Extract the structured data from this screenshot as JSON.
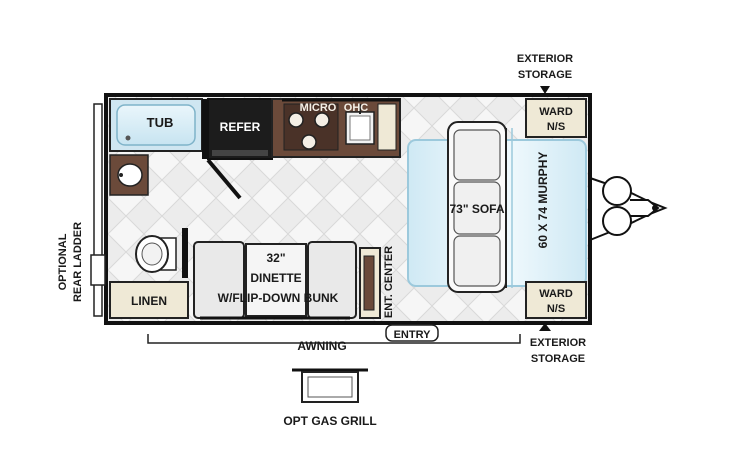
{
  "labels": {
    "tub": "TUB",
    "refer": "REFER",
    "micro": "MICRO",
    "ohc": "OHC",
    "linen": "LINEN",
    "dinette_l1": "32\"",
    "dinette_l2": "DINETTE",
    "dinette_l3": "W/FLIP-DOWN BUNK",
    "ent_center": "ENT. CENTER",
    "sofa": "73\" SOFA",
    "murphy": "60 X 74 MURPHY",
    "ward": "WARD",
    "ns": "N/S",
    "ext_storage_l1": "EXTERIOR",
    "ext_storage_l2": "STORAGE",
    "entry": "ENTRY",
    "awning": "AWNING",
    "gas_grill": "OPT GAS GRILL",
    "ladder_l1": "OPTIONAL",
    "ladder_l2": "REAR LADDER"
  },
  "colors": {
    "wall": "#111111",
    "cabinet": "#efe9d6",
    "counter": "#6b4a3a",
    "floor": "#e8e8e8",
    "bed": "#dff1f8",
    "bed_edge": "#9cc9dc",
    "refer": "#1c1c1c"
  }
}
